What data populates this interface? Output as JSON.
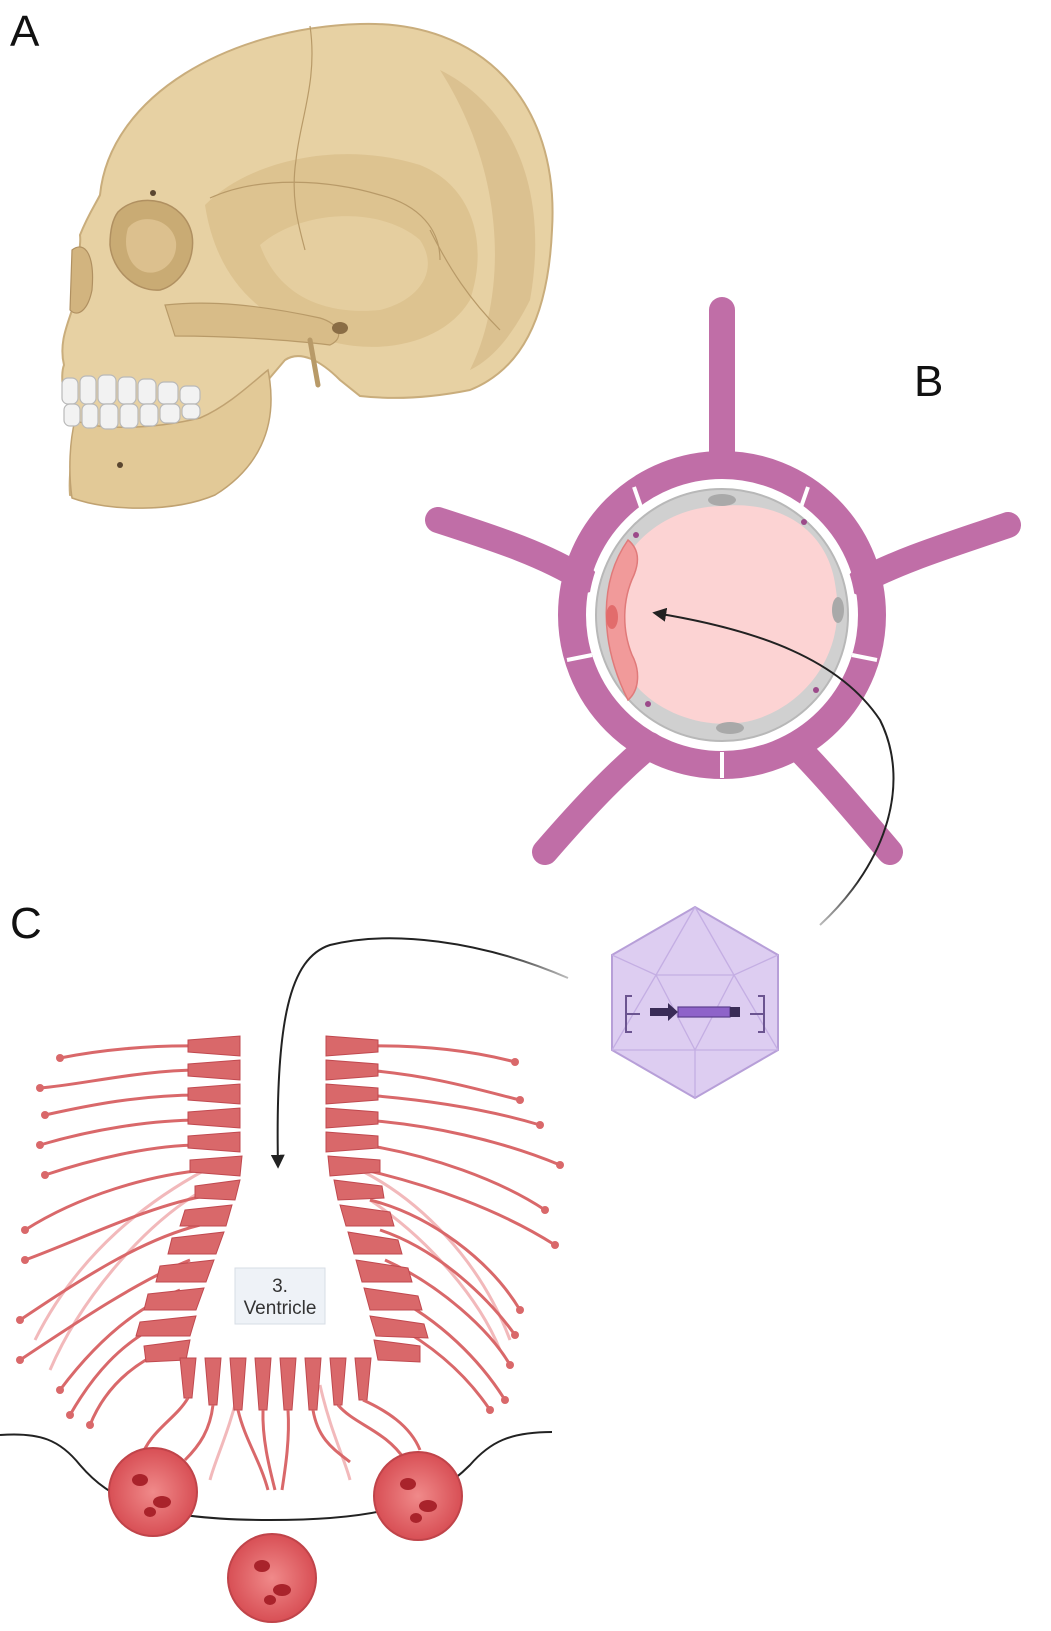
{
  "panels": {
    "a": {
      "letter": "A",
      "subject": "skull-lateral-view"
    },
    "b": {
      "letter": "B",
      "subject": "capillary-cross-section-with-astrocyte-endfeet"
    },
    "c": {
      "letter": "C",
      "subject": "third-ventricle-tanycytes"
    }
  },
  "ventricle_label": {
    "line1": "3.",
    "line2": "Ventricle"
  },
  "icons": {
    "skull": "skull-icon",
    "capillary": "capillary-icon",
    "virus": "aav-capsid-icon",
    "ventricle": "ventricle-icon"
  },
  "colors": {
    "bone": "#e6cfa0",
    "bone_shadow": "#cdb07c",
    "astrocyte": "#c06ea7",
    "lumen": "#fcd3d3",
    "endothelium": "#cfcfcf",
    "pericyte": "#f19a9a",
    "tanycyte": "#d9686a",
    "blood_vessel": "#d84f55",
    "capsid": "#d7c6ee",
    "arrow": "#222222"
  }
}
